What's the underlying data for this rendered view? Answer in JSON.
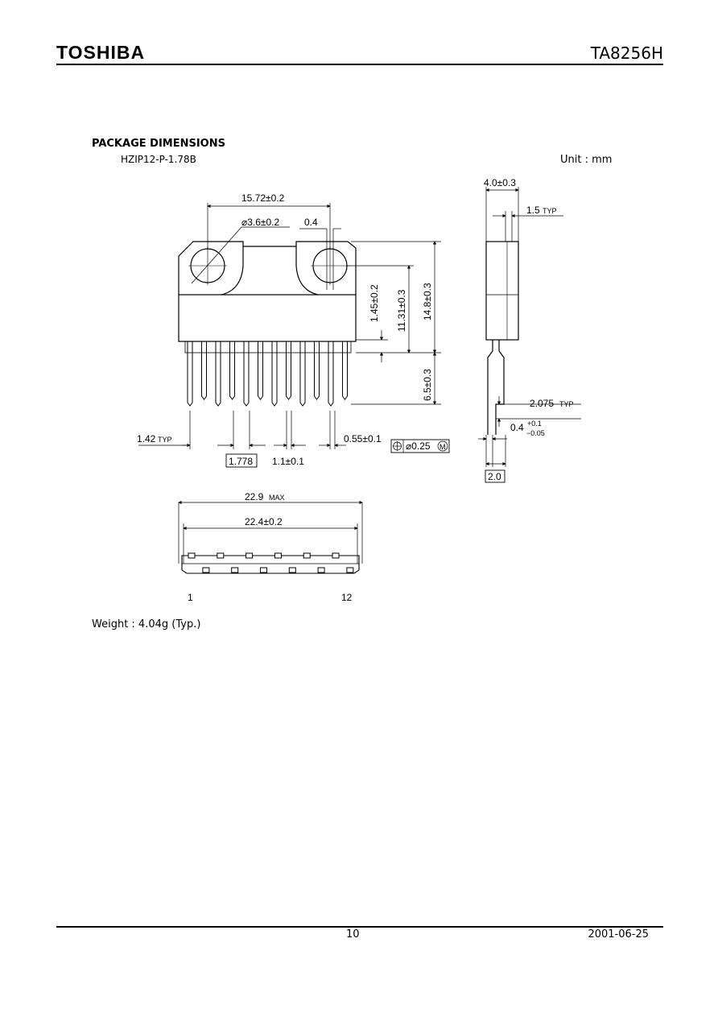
{
  "header": {
    "brand": "TOSHIBA",
    "part_number": "TA8256H"
  },
  "section": {
    "title": "PACKAGE DIMENSIONS",
    "package_code": "HZIP12-P-1.78B",
    "unit": "Unit : mm"
  },
  "dimensions": {
    "width_holes": "15.72±0.2",
    "hole_dia": "⌀3.6±0.2",
    "d04": "0.4",
    "tab_15": "1.5",
    "typ": "TYP",
    "thickness": "4.0±0.3",
    "d145": "1.45±0.2",
    "d1131": "11.31±0.3",
    "d148": "14.8±0.3",
    "d65": "6.5±0.3",
    "d142": "1.42",
    "pitch": "1.778",
    "d11": "1.1±0.1",
    "d055": "0.55±0.1",
    "position_tol": "⌀0.25",
    "mmc": "M",
    "d2075": "2.075",
    "lead_thk": "0.4",
    "lead_thk_plus": "+0.1",
    "lead_thk_minus": "−0.05",
    "d20": "2.0",
    "max_len": "22.9",
    "max": "MAX",
    "len": "22.4±0.2",
    "pin_first": "1",
    "pin_last": "12"
  },
  "weight": "Weight : 4.04g (Typ.)",
  "footer": {
    "page": "10",
    "date": "2001-06-25"
  }
}
